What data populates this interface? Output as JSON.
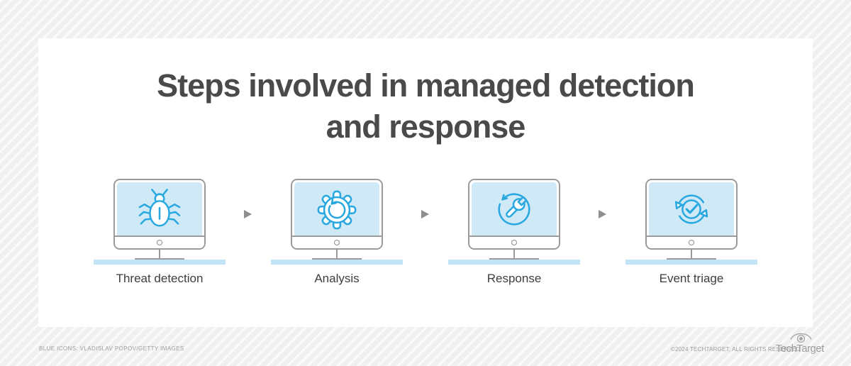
{
  "title": {
    "line1": "Steps involved in managed detection",
    "line2": "and response"
  },
  "steps": [
    {
      "label": "Threat detection",
      "icon": "bug-icon"
    },
    {
      "label": "Analysis",
      "icon": "gear-refresh-icon"
    },
    {
      "label": "Response",
      "icon": "wrench-cycle-icon"
    },
    {
      "label": "Event triage",
      "icon": "sync-check-icon"
    }
  ],
  "footer": {
    "credit": "BLUE ICONS: VLADISLAV POPOV/GETTY IMAGES",
    "copyright": "©2024 TECHTARGET, ALL RIGHTS RESERVED",
    "brand": "TechTarget"
  },
  "colors": {
    "icon_blue": "#29a8e0",
    "screen_blue": "#cfe9f7",
    "shadow_blue": "#c2e4f6",
    "monitor_gray": "#9b9b9b",
    "title_gray": "#4a4a4c",
    "arrow_gray": "#8e8e8e"
  }
}
